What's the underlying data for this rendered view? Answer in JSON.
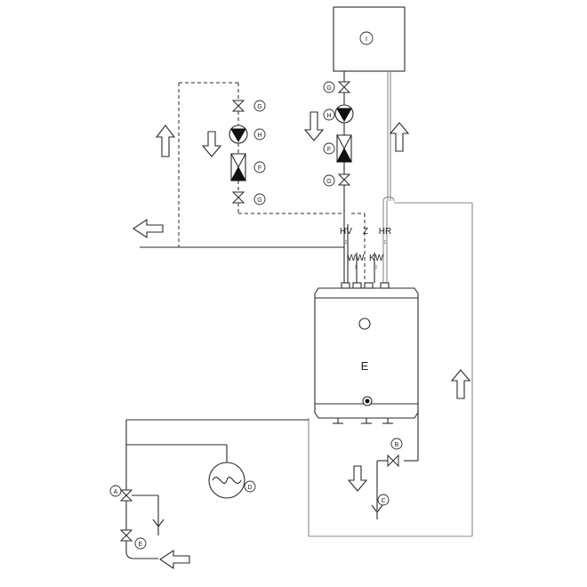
{
  "diagram": {
    "components": {
      "A": "A",
      "B": "B",
      "C": "C",
      "D": "D",
      "E_valve": "E",
      "F_left": "F",
      "F_right": "F",
      "G_left_top": "G",
      "G_left_bottom": "G",
      "G_right_top": "G",
      "G_right_bottom": "G",
      "H_left": "H",
      "H_right": "H",
      "I": "I"
    },
    "tank_label": "E",
    "connections": {
      "hv": "HV",
      "z": "Z",
      "hr": "HR",
      "ww": "WW",
      "kw": "KW"
    }
  }
}
